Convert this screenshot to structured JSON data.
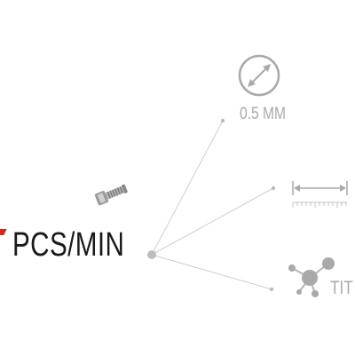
{
  "speed": {
    "label": "PCS/MIN",
    "accent_color": "#d6261e"
  },
  "features": {
    "diameter": {
      "icon": "diameter-circle-icon",
      "label": "0.5 MM"
    },
    "length": {
      "icon": "length-ruler-icon"
    },
    "material": {
      "icon": "molecule-icon",
      "label": "TIT"
    }
  },
  "product": {
    "icon": "screw-part-icon"
  },
  "colors": {
    "text_dark": "#1a1a1a",
    "icon_gray": "#a9a9a9",
    "line_gray": "#cfcfcf"
  }
}
